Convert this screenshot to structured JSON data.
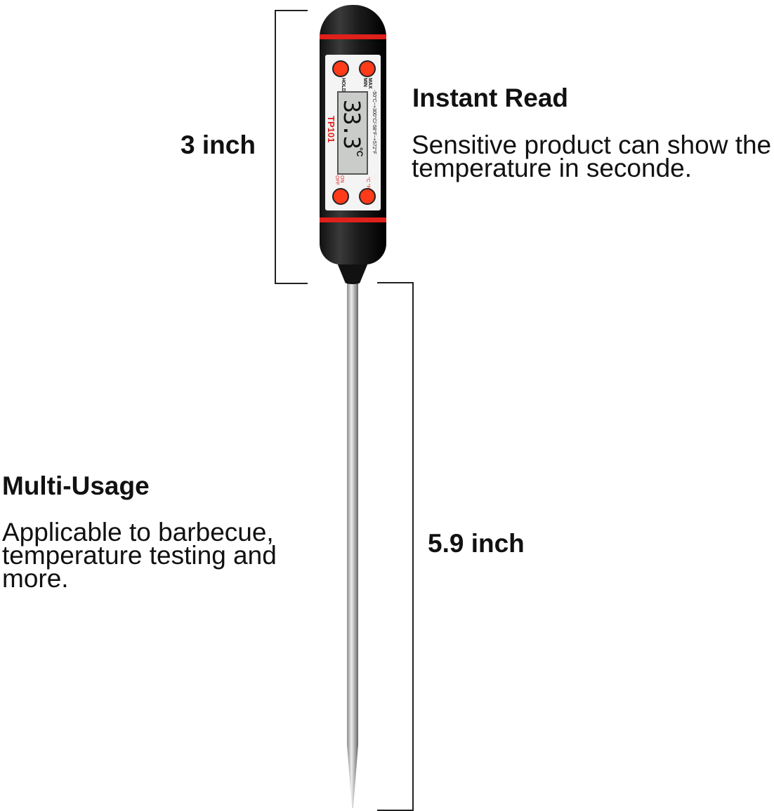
{
  "dimensions": {
    "handle_length": "3 inch",
    "probe_length": "5.9 inch"
  },
  "features": [
    {
      "title": "Instant Read",
      "description": "Sensitive product can show the temperature in seconde."
    },
    {
      "title": "Multi-Usage",
      "description": "Applicable to barbecue, temperature testing and more."
    }
  ],
  "device": {
    "model": "TP101",
    "reading": "33.3",
    "unit": "°C",
    "range": "-50°C~+300°C/-58°F~+572°F",
    "buttons": {
      "hold": "HOLD",
      "max_min": "MAX MIN",
      "on_off": "ON OFF",
      "unit_toggle": "°C °F"
    }
  },
  "colors": {
    "accent": "#e0201a",
    "body": "#111111",
    "lcd": "#c9ccc8"
  }
}
